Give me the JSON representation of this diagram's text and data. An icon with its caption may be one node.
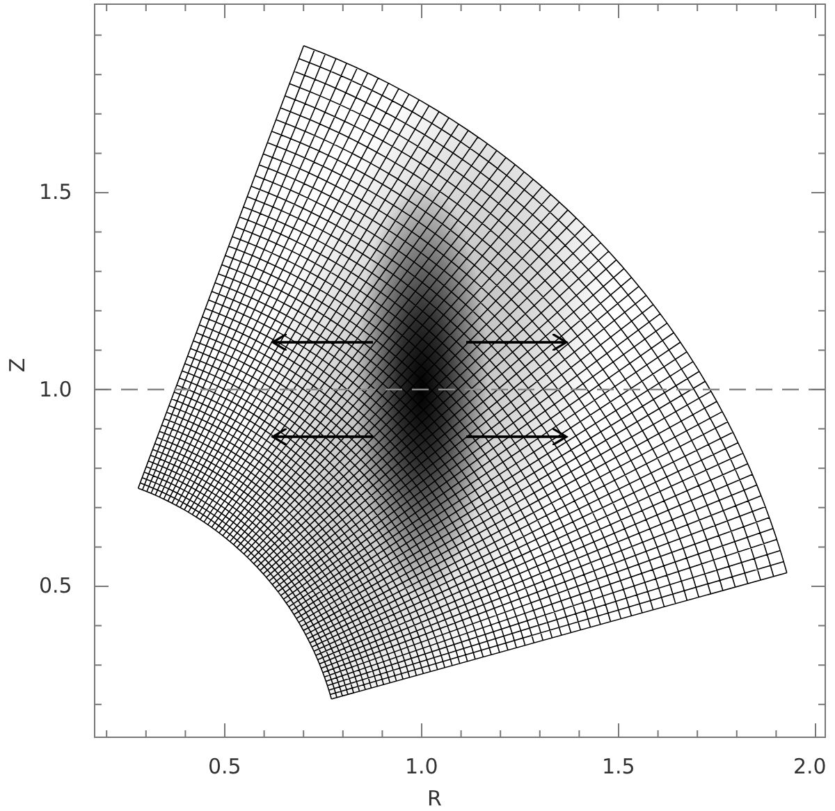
{
  "diagram": {
    "labels": [
      "1.5",
      "1.0",
      "0.5",
      "Z",
      "0.5",
      "1.0",
      "1.5",
      "2.0",
      "R"
    ]
  }
}
